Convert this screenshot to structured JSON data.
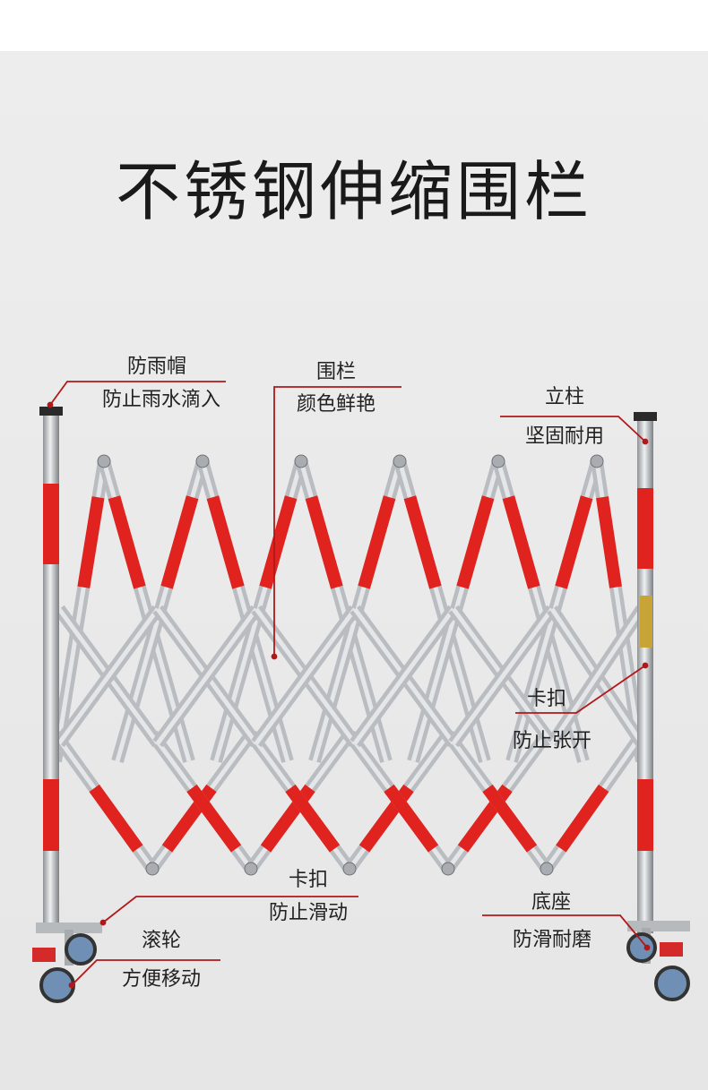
{
  "title": "不锈钢伸缩围栏",
  "callouts": {
    "rain_cap": {
      "name": "防雨帽",
      "desc": "防止雨水滴入"
    },
    "fence": {
      "name": "围栏",
      "desc": "颜色鲜艳"
    },
    "post": {
      "name": "立柱",
      "desc": "坚固耐用"
    },
    "latch_right": {
      "name": "卡扣",
      "desc": "防止张开"
    },
    "latch_bottom": {
      "name": "卡扣",
      "desc": "防止滑动"
    },
    "caster": {
      "name": "滚轮",
      "desc": "方便移动"
    },
    "base": {
      "name": "底座",
      "desc": "防滑耐磨"
    }
  },
  "colors": {
    "accent_red": "#e0231f",
    "steel": "#b9bcc0",
    "callout_line": "#b0181a",
    "wheel": "#6f8fb4"
  }
}
